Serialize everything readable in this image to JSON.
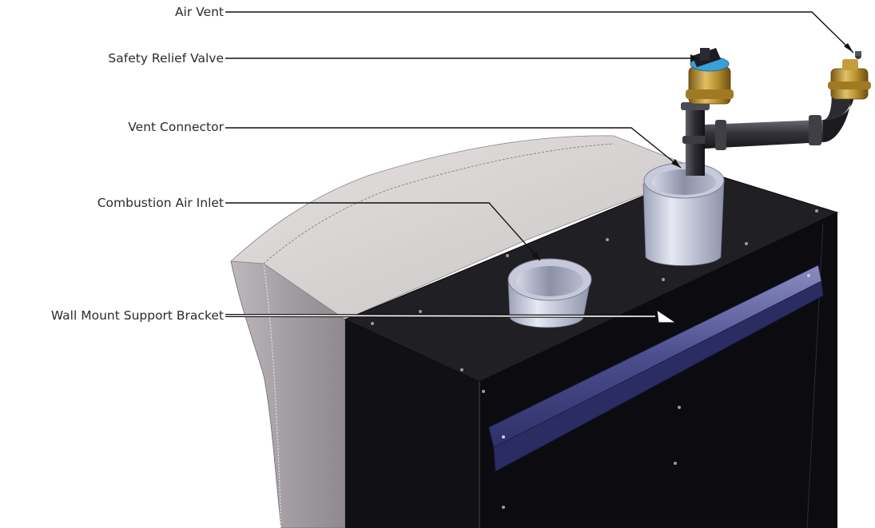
{
  "labels": {
    "air_vent": "Air Vent",
    "safety_relief_valve": "Safety Relief Valve",
    "vent_connector": "Vent Connector",
    "combustion_air_inlet": "Combustion Air Inlet",
    "wall_mount_support_bracket": "Wall Mount Support Bracket"
  },
  "colors": {
    "cabinet_front": "#0b0b0e",
    "cabinet_top": "#1c1c20",
    "cabinet_side": "#a8a3a8",
    "cover_panel": "#d6d1d1",
    "pipe_silver": "#c5c8d8",
    "bracket": "#4a4c8a",
    "brass": "#b8912e",
    "leader_line": "#111111"
  }
}
